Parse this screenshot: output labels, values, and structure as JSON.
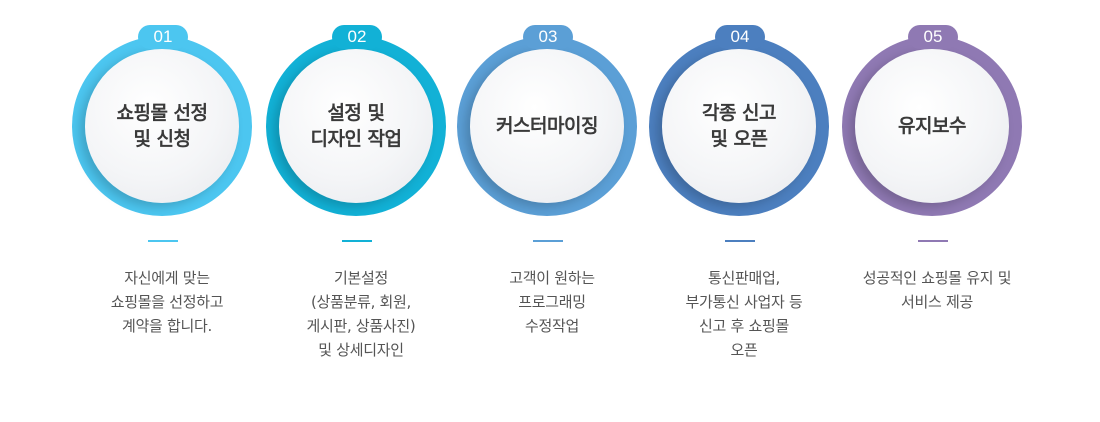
{
  "colors": {
    "step1": "#4cc6f0",
    "step2": "#12b1d6",
    "step3": "#5b9fd6",
    "step4": "#4c7fbf",
    "step5": "#8f79b3"
  },
  "steps": [
    {
      "number": "01",
      "title": "쇼핑몰 선정\n및 신청",
      "description": "자신에게 맞는\n쇼핑몰을 선정하고\n계약을 합니다."
    },
    {
      "number": "02",
      "title": "설정 및\n디자인 작업",
      "description": "기본설정\n(상품분류, 회원,\n게시판, 상품사진)\n및 상세디자인"
    },
    {
      "number": "03",
      "title": "커스터마이징",
      "description": "고객이 원하는\n프로그래밍\n수정작업"
    },
    {
      "number": "04",
      "title": "각종 신고\n및 오픈",
      "description": "통신판매업,\n부가통신 사업자 등\n신고 후 쇼핑몰\n오픈"
    },
    {
      "number": "05",
      "title": "유지보수",
      "description": "성공적인 쇼핑몰 유지 및\n서비스 제공"
    }
  ]
}
